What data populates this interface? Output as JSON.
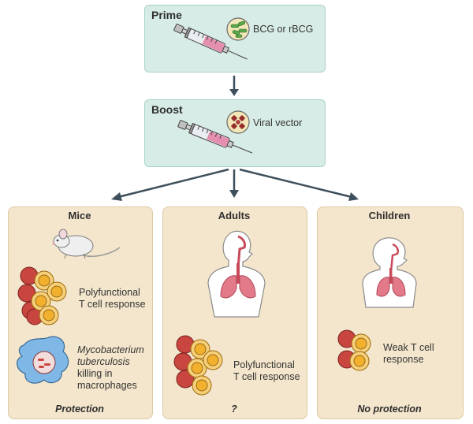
{
  "prime": {
    "title": "Prime",
    "label": "BCG or rBCG"
  },
  "boost": {
    "title": "Boost",
    "label": "Viral vector"
  },
  "mice": {
    "title": "Mice",
    "response": [
      "Polyfunctional",
      "T cell response"
    ],
    "killing": [
      "Mycobacterium",
      "tuberculosis",
      "killing in",
      "macrophages"
    ],
    "outcome": "Protection"
  },
  "adults": {
    "title": "Adults",
    "response": [
      "Polyfunctional",
      "T cell response"
    ],
    "outcome": "?"
  },
  "children": {
    "title": "Children",
    "response": [
      "Weak T cell",
      "response"
    ],
    "outcome": "No protection"
  },
  "colors": {
    "green_box": "#d7ece6",
    "tan_panel": "#f4e6cc",
    "arrow": "#3e4f5c",
    "rbc": "#c9453f",
    "tcell": "#f2b02f",
    "lung": "#e37a8a",
    "macrophage": "#7fb7e6"
  }
}
